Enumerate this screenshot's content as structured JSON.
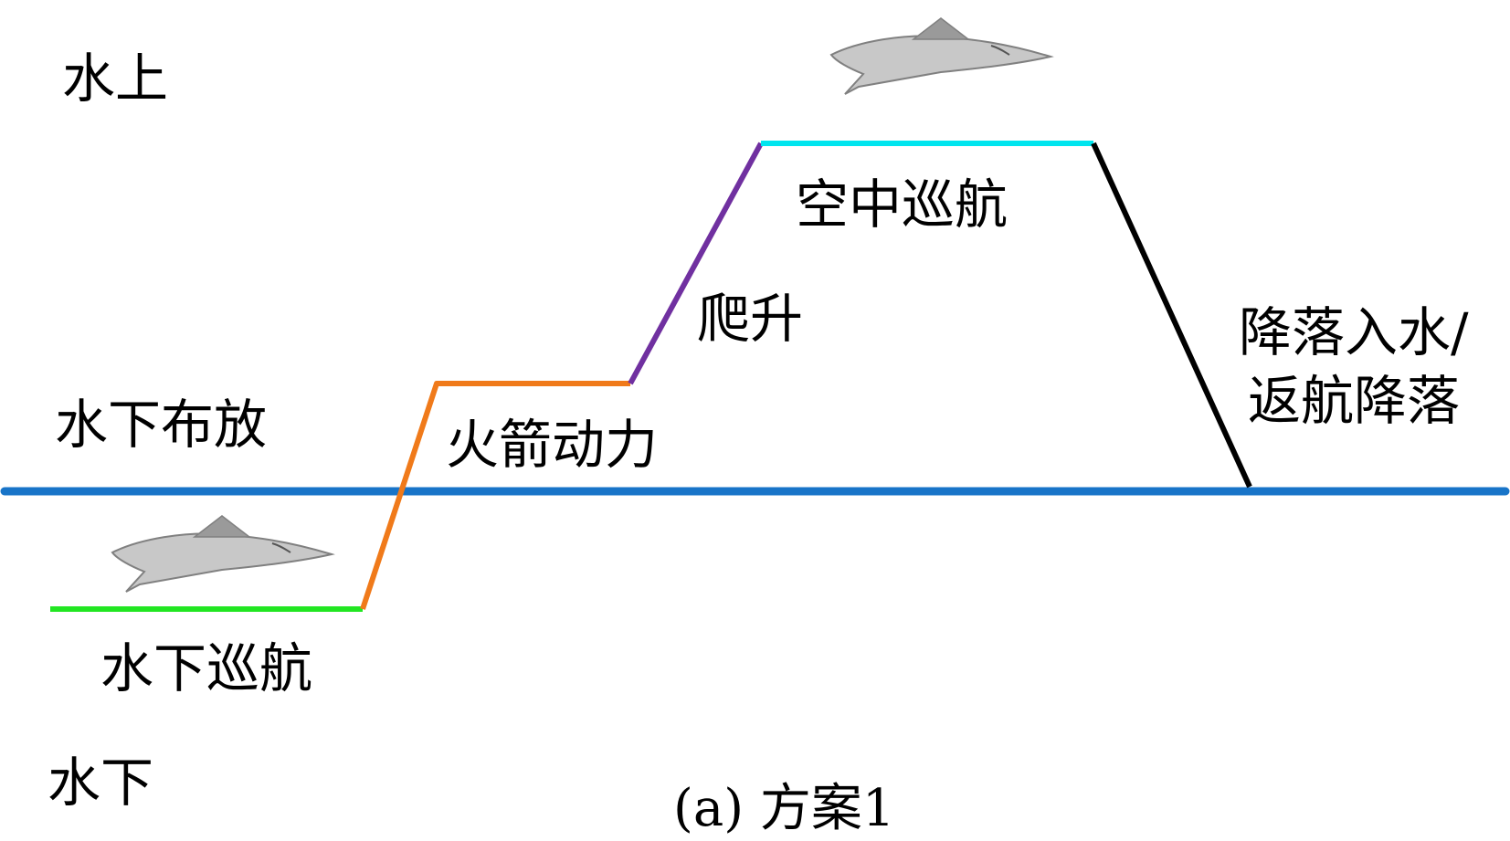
{
  "labels": {
    "above_water": "水上",
    "underwater_deploy": "水下布放",
    "underwater": "水下",
    "underwater_cruise": "水下巡航",
    "rocket_power": "火箭动力",
    "climb": "爬升",
    "air_cruise": "空中巡航",
    "landing_line1": "降落入水/",
    "landing_line2": "返航降落"
  },
  "caption": "(a) 方案1",
  "colors": {
    "water_surface": "#1874c8",
    "underwater_cruise": "#22e622",
    "rocket_power": "#f07a1a",
    "climb": "#7030a0",
    "air_cruise": "#00e5ee",
    "landing": "#000000",
    "vehicle_body": "#c8c8c8",
    "vehicle_outline": "#808080"
  },
  "icons": [
    "underwater-vehicle-icon",
    "air-vehicle-icon"
  ]
}
